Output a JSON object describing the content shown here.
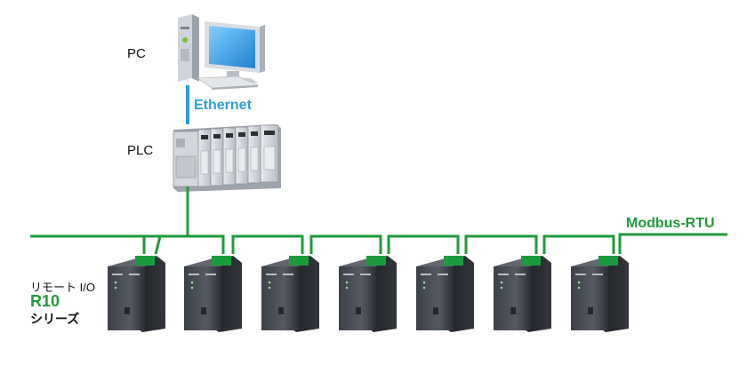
{
  "labels": {
    "pc": "PC",
    "plc": "PLC",
    "ethernet": "Ethernet",
    "modbus": "Modbus-RTU",
    "remote_io_title": "リモート I/O",
    "remote_io_model": "R10",
    "remote_io_series": "シリーズ"
  },
  "colors": {
    "ethernet": "#2a9fd6",
    "modbus": "#1f9a3a",
    "label_text": "#111111"
  },
  "icons": {
    "pc": "desktop-computer-icon",
    "plc": "plc-rack-icon",
    "remote_io": "remote-io-module-icon"
  },
  "remote_io_module_count": 7
}
